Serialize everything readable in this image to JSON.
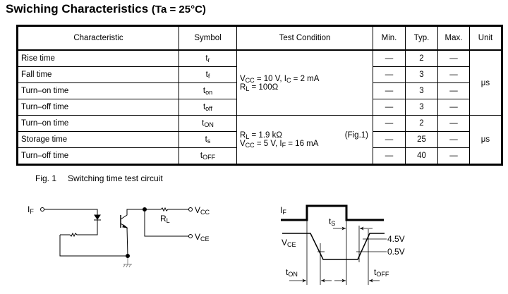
{
  "section_title": "Swiching Characteristics",
  "section_condition": "(Ta = 25°C)",
  "table": {
    "headers": {
      "characteristic": "Characteristic",
      "symbol": "Symbol",
      "test_condition": "Test Condition",
      "min": "Min.",
      "typ": "Typ.",
      "max": "Max.",
      "unit": "Unit"
    },
    "group1": {
      "condition_line1": "V",
      "condition_line1_sub": "CC",
      "condition_line1_rest": " = 10 V, I",
      "condition_line1_sub2": "C",
      "condition_line1_end": " = 2 mA",
      "condition_line2": "R",
      "condition_line2_sub": "L",
      "condition_line2_rest": " = 100Ω",
      "unit": "μs",
      "rows": [
        {
          "characteristic": "Rise time",
          "symbol": "t",
          "symbol_sub": "r",
          "min": "—",
          "typ": "2",
          "max": "—"
        },
        {
          "characteristic": "Fall time",
          "symbol": "t",
          "symbol_sub": "f",
          "min": "—",
          "typ": "3",
          "max": "—"
        },
        {
          "characteristic": "Turn–on time",
          "symbol": "t",
          "symbol_sub": "on",
          "min": "—",
          "typ": "3",
          "max": "—"
        },
        {
          "characteristic": "Turn–off time",
          "symbol": "t",
          "symbol_sub": "off",
          "min": "—",
          "typ": "3",
          "max": "—"
        }
      ]
    },
    "group2": {
      "condition_line1": "R",
      "condition_line1_sub": "L",
      "condition_line1_rest": " = 1.9 kΩ",
      "condition_ref": "(Fig.1)",
      "condition_line2": "V",
      "condition_line2_sub": "CC",
      "condition_line2_rest": " = 5 V, I",
      "condition_line2_sub2": "F",
      "condition_line2_end": " = 16 mA",
      "unit": "μs",
      "rows": [
        {
          "characteristic": "Turn–on time",
          "symbol": "t",
          "symbol_sub": "ON",
          "min": "—",
          "typ": "2",
          "max": "—"
        },
        {
          "characteristic": "Storage time",
          "symbol": "t",
          "symbol_sub": "s",
          "min": "—",
          "typ": "25",
          "max": "—"
        },
        {
          "characteristic": "Turn–off time",
          "symbol": "t",
          "symbol_sub": "OFF",
          "min": "—",
          "typ": "40",
          "max": "—"
        }
      ]
    }
  },
  "figure": {
    "number": "Fig. 1",
    "caption": "Switching time test circuit",
    "circuit_labels": {
      "input": "I",
      "input_sub": "F",
      "vcc": "V",
      "vcc_sub": "CC",
      "vce": "V",
      "vce_sub": "CE",
      "load": "R",
      "load_sub": "L"
    },
    "waveform_labels": {
      "if": "I",
      "if_sub": "F",
      "vce": "V",
      "vce_sub": "CE",
      "ts": "t",
      "ts_sub": "S",
      "level_high": "4.5V",
      "level_low": "0.5V",
      "ton": "t",
      "ton_sub": "ON",
      "toff": "t",
      "toff_sub": "OFF"
    }
  }
}
